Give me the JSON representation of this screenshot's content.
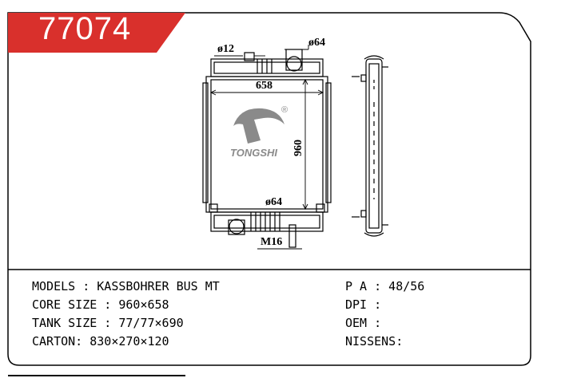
{
  "part_number": "77074",
  "brand": "TONGSHI",
  "registered_mark": "®",
  "drawing": {
    "dim_pipe_small": "ø12",
    "dim_pipe_top": "ø64",
    "dim_width": "658",
    "dim_height": "960",
    "dim_pipe_bottom": "ø64",
    "dim_thread": "M16"
  },
  "specs": {
    "models": "MODELS : KASSBOHRER BUS MT",
    "core_size": "CORE SIZE : 960×658",
    "tank_size": "TANK SIZE : 77/77×690",
    "carton": "CARTON: 830×270×120",
    "pa": "P A : 48/56",
    "dpi": "DPI :",
    "oem": "OEM :",
    "nissens": "NISSENS:"
  },
  "colors": {
    "badge": "#d9302c",
    "logo": "#8a8a8a",
    "line": "#000000"
  }
}
